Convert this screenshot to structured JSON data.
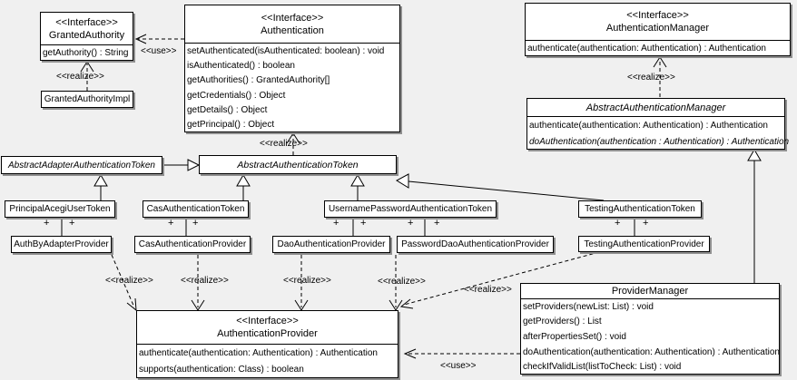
{
  "labels": {
    "use": "<<use>>",
    "realize": "<<realize>>",
    "plus": "+"
  },
  "classes": {
    "granted_authority": {
      "stereotype": "<<Interface>>",
      "name": "GrantedAuthority",
      "methods": [
        "getAuthority() : String"
      ]
    },
    "granted_authority_impl": {
      "name": "GrantedAuthorityImpl"
    },
    "authentication": {
      "stereotype": "<<Interface>>",
      "name": "Authentication",
      "methods": [
        "setAuthenticated(isAuthenticated: boolean) : void",
        "isAuthenticated() : boolean",
        "getAuthorities() : GrantedAuthority[]",
        "getCredentials() : Object",
        "getDetails() : Object",
        "getPrincipal() : Object"
      ]
    },
    "authentication_manager": {
      "stereotype": "<<Interface>>",
      "name": "AuthenticationManager",
      "methods": [
        "authenticate(authentication: Authentication) : Authentication"
      ]
    },
    "abstract_authentication_manager": {
      "name": "AbstractAuthenticationManager",
      "methods": [
        "authenticate(authentication: Authentication) : Authentication",
        "doAuthentication(authentication : Authentication) : Authentication"
      ]
    },
    "abstract_adapter_authentication_token": {
      "name": "AbstractAdapterAuthenticationToken"
    },
    "abstract_authentication_token": {
      "name": "AbstractAuthenticationToken"
    },
    "principal_acegi_user_token": {
      "name": "PrincipalAcegiUserToken"
    },
    "cas_authentication_token": {
      "name": "CasAuthenticationToken"
    },
    "username_password_authentication_token": {
      "name": "UsernamePasswordAuthenticationToken"
    },
    "testing_authentication_token": {
      "name": "TestingAuthenticationToken"
    },
    "auth_by_adapter_provider": {
      "name": "AuthByAdapterProvider"
    },
    "cas_authentication_provider": {
      "name": "CasAuthenticationProvider"
    },
    "dao_authentication_provider": {
      "name": "DaoAuthenticationProvider"
    },
    "password_dao_authentication_provider": {
      "name": "PasswordDaoAuthenticationProvider"
    },
    "testing_authentication_provider": {
      "name": "TestingAuthenticationProvider"
    },
    "authentication_provider": {
      "stereotype": "<<Interface>>",
      "name": "AuthenticationProvider",
      "methods": [
        "authenticate(authentication: Authentication) : Authentication",
        "supports(authentication: Class) : boolean"
      ]
    },
    "provider_manager": {
      "name": "ProviderManager",
      "methods": [
        "setProviders(newList: List) : void",
        "getProviders() : List",
        "afterPropertiesSet() : void",
        "doAuthentication(authentication: Authentication) : Authentication",
        "checkIfValidList(listToCheck: List) : void"
      ]
    }
  },
  "colors": {
    "background": "#f0f0f0",
    "box_fill": "#ffffff",
    "line": "#000000",
    "shadow": "#8f8f8f"
  }
}
